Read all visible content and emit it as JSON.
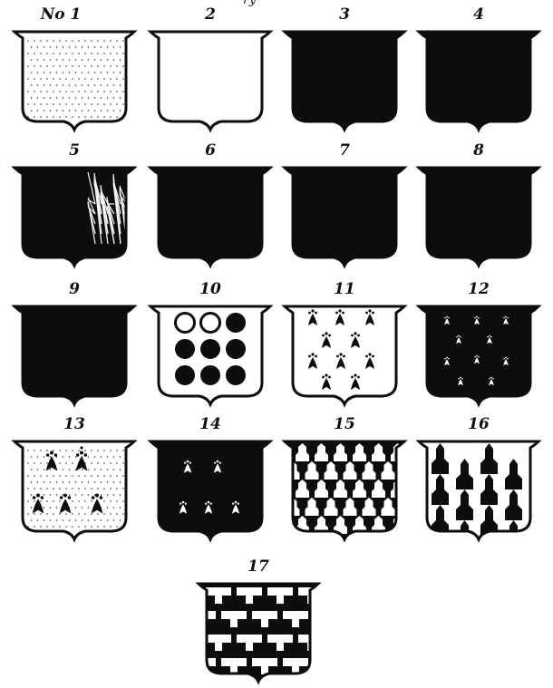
{
  "plate": {
    "top_mark": "ry",
    "shields": [
      {
        "number": "No 1",
        "tincture": "or-dotted"
      },
      {
        "number": "2",
        "tincture": "argent"
      },
      {
        "number": "3",
        "tincture": "sable"
      },
      {
        "number": "4",
        "tincture": "sable"
      },
      {
        "number": "5",
        "tincture": "sable-hatched"
      },
      {
        "number": "6",
        "tincture": "sable"
      },
      {
        "number": "7",
        "tincture": "sable"
      },
      {
        "number": "8",
        "tincture": "sable"
      },
      {
        "number": "9",
        "tincture": "sable"
      },
      {
        "number": "10",
        "tincture": "roundels"
      },
      {
        "number": "11",
        "tincture": "ermine"
      },
      {
        "number": "12",
        "tincture": "ermines"
      },
      {
        "number": "13",
        "tincture": "erminois"
      },
      {
        "number": "14",
        "tincture": "pean"
      },
      {
        "number": "15",
        "tincture": "vair"
      },
      {
        "number": "16",
        "tincture": "vair-en-pale"
      },
      {
        "number": "17",
        "tincture": "potent"
      }
    ]
  },
  "colors": {
    "ink": "#0d0d0d",
    "paper": "#ffffff"
  }
}
